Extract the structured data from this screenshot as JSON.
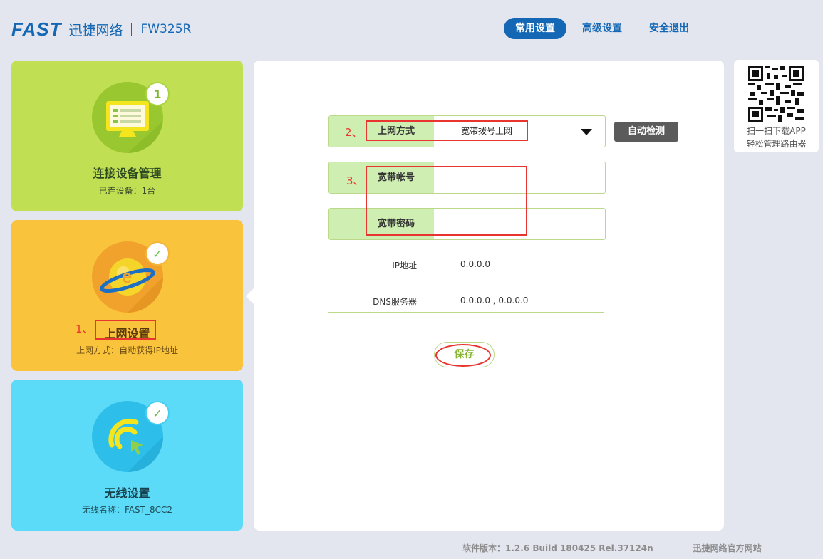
{
  "header": {
    "brand": "FAST",
    "brand_cn": "迅捷网络",
    "model": "FW325R",
    "nav": [
      {
        "label": "常用设置",
        "active": true
      },
      {
        "label": "高级设置",
        "active": false
      },
      {
        "label": "安全退出",
        "active": false
      }
    ]
  },
  "sidebar": {
    "cards": [
      {
        "title": "连接设备管理",
        "subtitle": "已连设备：1台",
        "badge": "1",
        "color": "#c1df52"
      },
      {
        "title": "上网设置",
        "subtitle": "上网方式：自动获得IP地址",
        "badge": "✓",
        "color": "#f9c33b",
        "annotation": "1、"
      },
      {
        "title": "无线设置",
        "subtitle": "无线名称：FAST_8CC2",
        "badge": "✓",
        "color": "#5cdbf9"
      }
    ]
  },
  "form": {
    "wan_type_label": "上网方式",
    "wan_type_value": "宽带拨号上网",
    "auto_detect": "自动检测",
    "account_label": "宽带帐号",
    "account_value": "",
    "password_label": "宽带密码",
    "password_value": "",
    "ip_label": "IP地址",
    "ip_value": "0.0.0.0",
    "dns_label": "DNS服务器",
    "dns_value": "0.0.0.0 , 0.0.0.0",
    "save": "保存",
    "annotation_2": "2、",
    "annotation_3": "3、"
  },
  "qr": {
    "line1": "扫一扫下载APP",
    "line2": "轻松管理路由器"
  },
  "footer": {
    "version": "软件版本：1.2.6 Build 180425 Rel.37124n",
    "link": "迅捷网络官方网站"
  },
  "colors": {
    "brand": "#1467b4",
    "annotation": "#e8352f",
    "field_label_bg": "#cfeeb1"
  }
}
